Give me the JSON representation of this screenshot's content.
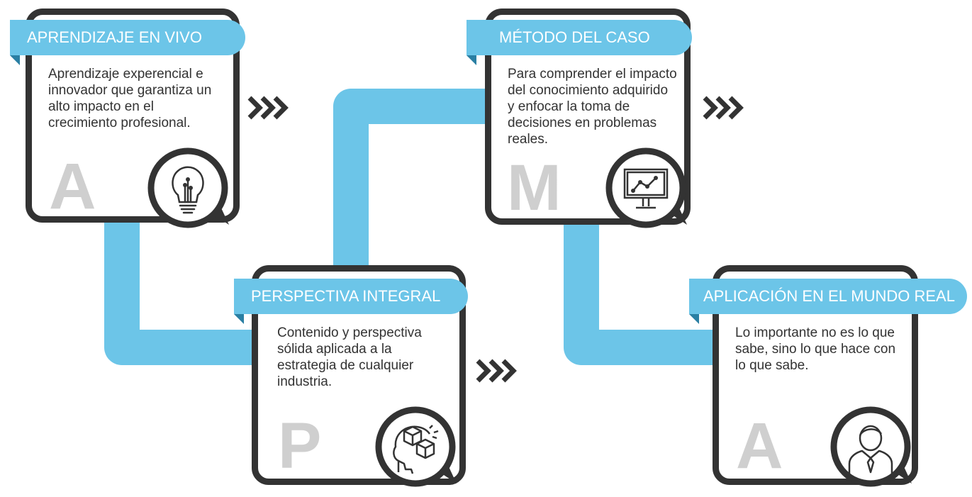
{
  "steps": [
    {
      "title": "APRENDIZAJE EN VIVO",
      "text": "Aprendizaje experencial e innovador que garantiza un alto impacto en el crecimiento profesional.",
      "letter": "A",
      "icon": "lightbulb-icon"
    },
    {
      "title": "PERSPECTIVA INTEGRAL",
      "text": "Contenido y perspectiva sólida aplicada a la estrategia de cualquier industria.",
      "letter": "P",
      "icon": "head-cubes-icon"
    },
    {
      "title": "MÉTODO DEL CASO",
      "text": "Para comprender el impacto del conocimiento adquirido y enfocar la toma de decisiones en problemas reales.",
      "letter": "M",
      "icon": "monitor-chart-icon"
    },
    {
      "title": "APLICACIÓN EN EL MUNDO REAL",
      "text": "Lo importante no es lo que sabe, sino lo que hace con lo que sabe.",
      "letter": "A",
      "icon": "businessman-icon"
    }
  ],
  "colors": {
    "accent": "#6cc5e8",
    "border": "#333333",
    "letter": "#cfcfcf"
  }
}
